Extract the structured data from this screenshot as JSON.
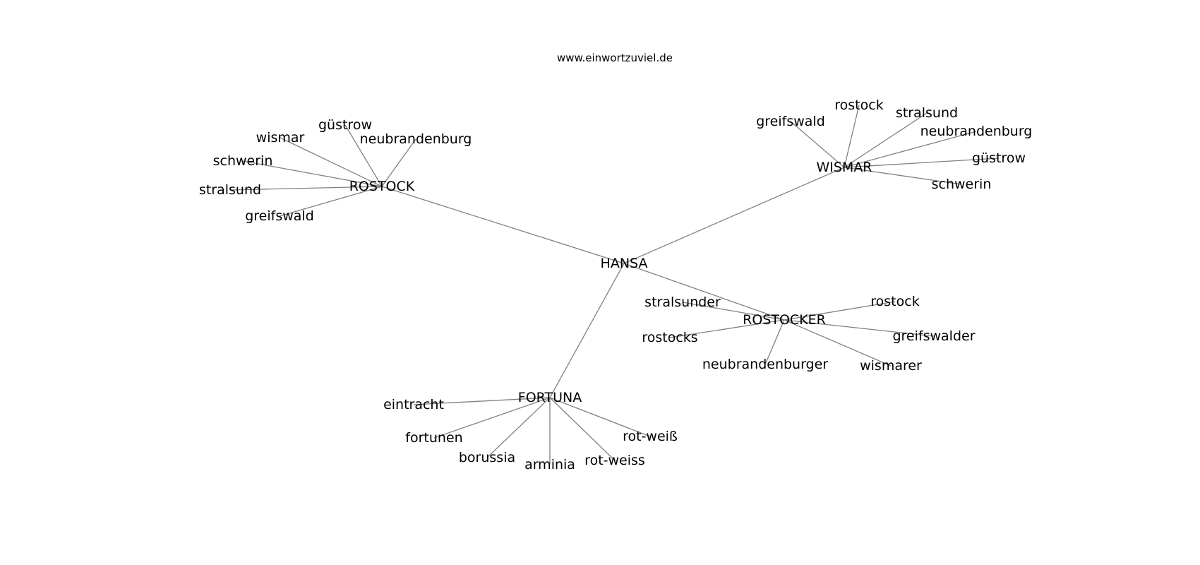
{
  "header": {
    "source_text": "www.einwortzuviel.de"
  },
  "graph": {
    "nodes": [
      {
        "id": "hansa",
        "label": "HANSA"
      },
      {
        "id": "rostock_hub",
        "label": "ROSTOCK"
      },
      {
        "id": "wismar_hub",
        "label": "WISMAR"
      },
      {
        "id": "rostocker_hub",
        "label": "ROSTOCKER"
      },
      {
        "id": "fortuna_hub",
        "label": "FORTUNA"
      },
      {
        "id": "r_guestrow",
        "label": "güstrow"
      },
      {
        "id": "r_wismar",
        "label": "wismar"
      },
      {
        "id": "r_neubrandenburg",
        "label": "neubrandenburg"
      },
      {
        "id": "r_schwerin",
        "label": "schwerin"
      },
      {
        "id": "r_stralsund",
        "label": "stralsund"
      },
      {
        "id": "r_greifswald",
        "label": "greifswald"
      },
      {
        "id": "w_rostock",
        "label": "rostock"
      },
      {
        "id": "w_stralsund",
        "label": "stralsund"
      },
      {
        "id": "w_greifswald",
        "label": "greifswald"
      },
      {
        "id": "w_neubrandenburg",
        "label": "neubrandenburg"
      },
      {
        "id": "w_guestrow",
        "label": "güstrow"
      },
      {
        "id": "w_schwerin",
        "label": "schwerin"
      },
      {
        "id": "rk_stralsunder",
        "label": "stralsunder"
      },
      {
        "id": "rk_rostock",
        "label": "rostock"
      },
      {
        "id": "rk_rostocks",
        "label": "rostocks"
      },
      {
        "id": "rk_greifswalder",
        "label": "greifswalder"
      },
      {
        "id": "rk_neubrandenburger",
        "label": "neubrandenburger"
      },
      {
        "id": "rk_wismarer",
        "label": "wismarer"
      },
      {
        "id": "f_eintracht",
        "label": "eintracht"
      },
      {
        "id": "f_fortunen",
        "label": "fortunen"
      },
      {
        "id": "f_rotweiss_sz",
        "label": "rot-weiß"
      },
      {
        "id": "f_borussia",
        "label": "borussia"
      },
      {
        "id": "f_rotweiss",
        "label": "rot-weiss"
      },
      {
        "id": "f_arminia",
        "label": "arminia"
      }
    ],
    "edges": [
      [
        "hansa",
        "rostock_hub"
      ],
      [
        "hansa",
        "wismar_hub"
      ],
      [
        "hansa",
        "rostocker_hub"
      ],
      [
        "hansa",
        "fortuna_hub"
      ],
      [
        "rostock_hub",
        "r_guestrow"
      ],
      [
        "rostock_hub",
        "r_wismar"
      ],
      [
        "rostock_hub",
        "r_neubrandenburg"
      ],
      [
        "rostock_hub",
        "r_schwerin"
      ],
      [
        "rostock_hub",
        "r_stralsund"
      ],
      [
        "rostock_hub",
        "r_greifswald"
      ],
      [
        "wismar_hub",
        "w_rostock"
      ],
      [
        "wismar_hub",
        "w_stralsund"
      ],
      [
        "wismar_hub",
        "w_greifswald"
      ],
      [
        "wismar_hub",
        "w_neubrandenburg"
      ],
      [
        "wismar_hub",
        "w_guestrow"
      ],
      [
        "wismar_hub",
        "w_schwerin"
      ],
      [
        "rostocker_hub",
        "rk_stralsunder"
      ],
      [
        "rostocker_hub",
        "rk_rostock"
      ],
      [
        "rostocker_hub",
        "rk_rostocks"
      ],
      [
        "rostocker_hub",
        "rk_greifswalder"
      ],
      [
        "rostocker_hub",
        "rk_neubrandenburger"
      ],
      [
        "rostocker_hub",
        "rk_wismarer"
      ],
      [
        "fortuna_hub",
        "f_eintracht"
      ],
      [
        "fortuna_hub",
        "f_fortunen"
      ],
      [
        "fortuna_hub",
        "f_rotweiss_sz"
      ],
      [
        "fortuna_hub",
        "f_borussia"
      ],
      [
        "fortuna_hub",
        "f_rotweiss"
      ],
      [
        "fortuna_hub",
        "f_arminia"
      ]
    ]
  }
}
